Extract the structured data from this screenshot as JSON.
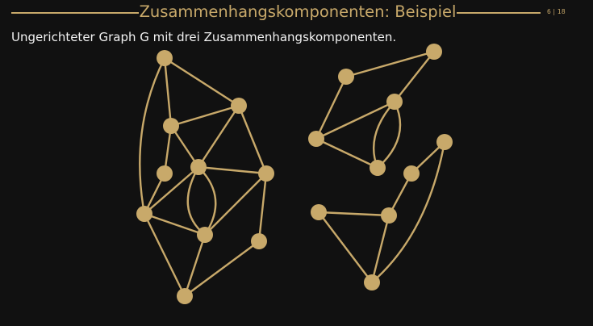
{
  "slide": {
    "title": "Zusammenhangskomponenten: Beispiel",
    "page": "6 | 18",
    "subtitle": "Ungerichteter Graph G mit drei Zusammenhangskomponenten."
  },
  "colors": {
    "background": "#111111",
    "accent": "#c8a96a",
    "text": "#f2f2f2"
  }
}
